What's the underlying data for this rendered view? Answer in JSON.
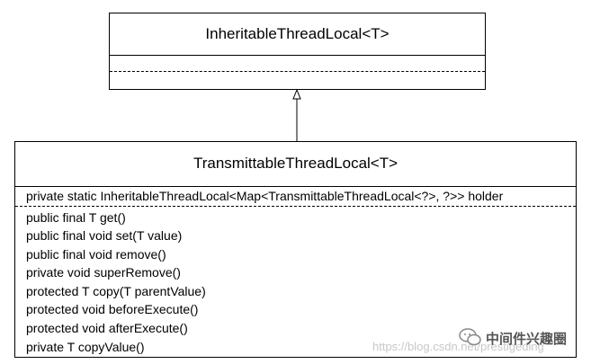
{
  "parent_class": {
    "title": "InheritableThreadLocal<T>"
  },
  "child_class": {
    "title": "TransmittableThreadLocal<T>",
    "fields": [
      "private static InheritableThreadLocal<Map<TransmittableThreadLocal<?>, ?>> holder"
    ],
    "methods": [
      "public final T get()",
      "public final void set(T value)",
      "public final void remove()",
      "private void superRemove()",
      "protected T copy(T parentValue)",
      "protected void beforeExecute()",
      "protected void afterExecute()",
      "private T copyValue()"
    ]
  },
  "relationship": {
    "type": "inheritance",
    "from": "TransmittableThreadLocal<T>",
    "to": "InheritableThreadLocal<T>"
  },
  "watermark": {
    "url": "https://blog.csdn.net/prestigeding",
    "label": "中间件兴趣圈"
  }
}
